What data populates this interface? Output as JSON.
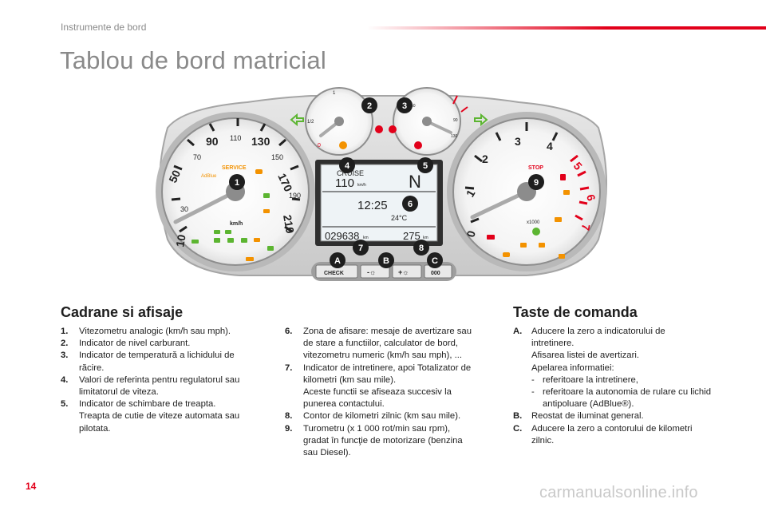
{
  "header": {
    "section": "Instrumente de bord"
  },
  "title": "Tablou de bord matricial",
  "cluster": {
    "callouts": [
      "1",
      "2",
      "3",
      "4",
      "5",
      "6",
      "7",
      "8",
      "9",
      "A",
      "B",
      "C"
    ],
    "display": {
      "cruise": "CRUISE",
      "speed": "110",
      "speed_unit": "km/h",
      "gear": "N",
      "time": "12:25",
      "temperature": "24°C",
      "odometer": "029638",
      "odometer_unit": "km",
      "range": "275",
      "range_unit": "km"
    },
    "speedo": {
      "ticks": [
        "10",
        "30",
        "50",
        "70",
        "90",
        "110",
        "130",
        "150",
        "170",
        "190",
        "210"
      ],
      "unit": "km/h",
      "service": "SERVICE",
      "adblue": "AdBlue"
    },
    "tacho": {
      "ticks": [
        "0",
        "1",
        "2",
        "3",
        "4",
        "5",
        "6",
        "7"
      ],
      "unit": "x1000",
      "stop": "STOP"
    },
    "fuel_gauge": {
      "half": "1/2",
      "low": "0",
      "full": "1"
    },
    "temp_gauge": {
      "ticks": [
        "50",
        "90",
        "130"
      ]
    },
    "buttons": {
      "check": "CHECK",
      "dim_minus": "-☼",
      "dim_plus": "+☼",
      "reset": "000"
    }
  },
  "sections": {
    "left": {
      "heading": "Cadrane si afisaje",
      "col1": [
        {
          "n": "1.",
          "t": "Vitezometru analogic (km/h sau mph)."
        },
        {
          "n": "2.",
          "t": "Indicator de nivel carburant."
        },
        {
          "n": "3.",
          "t": "Indicator de temperatură a lichidului de\nrăcire."
        },
        {
          "n": "4.",
          "t": "Valori de referinta pentru regulatorul sau\nlimitatorul de viteza."
        },
        {
          "n": "5.",
          "t": "Indicator de schimbare de treapta.\nTreapta de cutie de viteze automata sau\npilotata."
        }
      ],
      "col2": [
        {
          "n": "6.",
          "t": "Zona de afisare: mesaje de avertizare sau\nde stare a functiilor, calculator de bord,\nvitezometru numeric (km/h sau mph), ..."
        },
        {
          "n": "7.",
          "t": "Indicator de intretinere, apoi Totalizator de\nkilometri (km sau mile).\nAceste functii se afiseaza succesiv la\npunerea contactului."
        },
        {
          "n": "8.",
          "t": "Contor de kilometri zilnic (km sau mile)."
        },
        {
          "n": "9.",
          "t": "Turometru (x 1 000 rot/min sau rpm),\ngradat în funcţie de motorizare (benzina\nsau Diesel)."
        }
      ]
    },
    "right": {
      "heading": "Taste de comanda",
      "a_n": "A.",
      "a_lines": "Aducere la zero a indicatorului de\nintretinere.\nAfisarea listei de avertizari.\nApelarea informatiei:",
      "a_subs": [
        "referitoare la intretinere,",
        "referitoare la autonomia de rulare cu\nlichid antipoluare (AdBlue®)."
      ],
      "b_n": "B.",
      "b_t": "Reostat de iluminat general.",
      "c_n": "C.",
      "c_t": "Aducere la zero a contorului de kilometri\nzilnic."
    }
  },
  "footer": {
    "page": "14",
    "watermark": "carmanualsonline.info"
  },
  "colors": {
    "accent": "#e2001a",
    "grey_text": "#8a8a8a",
    "warning_green": "#5cb531",
    "warning_orange": "#f39200"
  }
}
